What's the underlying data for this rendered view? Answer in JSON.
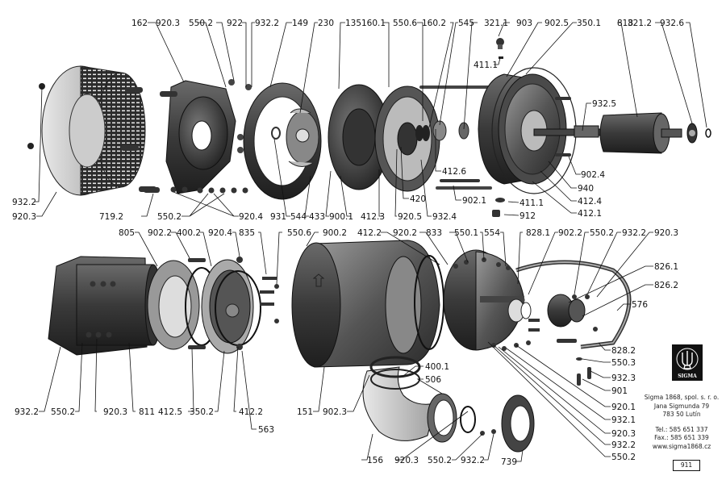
{
  "diagram": {
    "title": "Exploded view – submersible motor pump",
    "labels_top_row": [
      "162",
      "920.3",
      "550.2",
      "922",
      "932.2",
      "149",
      "230",
      "135",
      "160.1",
      "550.6",
      "160.2",
      "545",
      "321.1",
      "903",
      "902.5",
      "350.1",
      "818",
      "321.2",
      "932.6"
    ],
    "labels_upper_assembly": [
      "411.1",
      "932.5",
      "902.4",
      "940",
      "412.4",
      "412.1",
      "411.1",
      "912",
      "902.1",
      "412.6",
      "420",
      "920.5",
      "932.4",
      "412.3",
      "900.1",
      "433",
      "544",
      "931",
      "920.4",
      "550.2",
      "719.2",
      "920.3",
      "932.2"
    ],
    "labels_middle_row": [
      "805",
      "902.2",
      "400.2",
      "920.4",
      "835",
      "550.6",
      "900.2",
      "412.2",
      "920.2",
      "833",
      "550.1",
      "554",
      "828.1",
      "902.2",
      "550.2",
      "932.2",
      "920.3"
    ],
    "labels_right_column": [
      "826.1",
      "826.2",
      "576",
      "828.2",
      "550.3",
      "932.3",
      "901",
      "920.1",
      "932.1",
      "920.3",
      "932.2",
      "550.2"
    ],
    "labels_bottom_left": [
      "932.2",
      "550.2",
      "920.3",
      "811",
      "412.5",
      "350.2",
      "412.2",
      "563"
    ],
    "labels_bottom_center": [
      "151",
      "902.3",
      "400.1",
      "506",
      "156",
      "920.3",
      "550.2",
      "932.2",
      "739"
    ]
  },
  "company": {
    "logo_icon": "sigma-trident-logo",
    "logo_text": "SIGMA",
    "name": "Sigma 1868, spol. s. r. o.",
    "street": "Jana Sigmunda 79",
    "city": "783 50  Lutín",
    "tel": "Tel.: 585 651 337",
    "fax": "Fax.: 585 651 339",
    "web": "www.sigma1868.cz"
  },
  "page_number": "911"
}
